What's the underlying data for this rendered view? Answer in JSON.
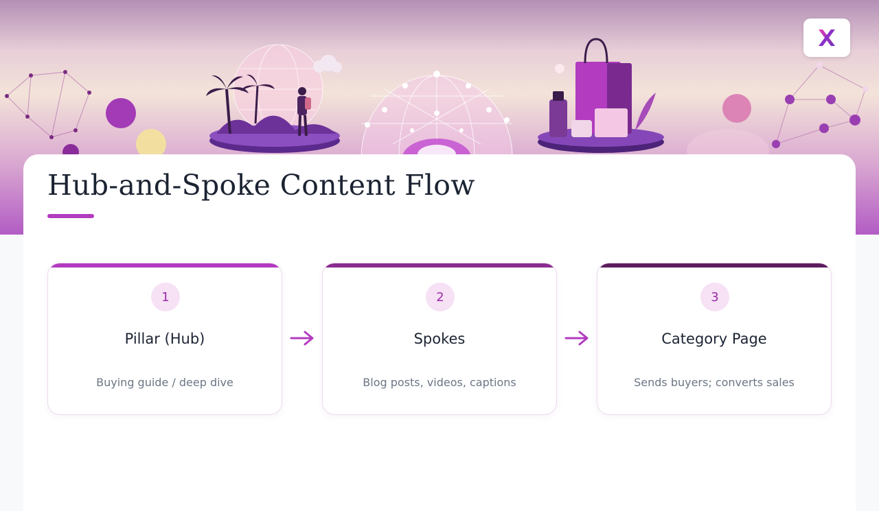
{
  "title": "Hub-and-Spoke Content Flow",
  "colors": {
    "accent": "#b23bbf",
    "bar_1": "#b23bbf",
    "bar_2": "#8a2c8f",
    "bar_3": "#5c1d5e",
    "text_dark": "#1c2433",
    "text_muted": "#6b7684",
    "badge_bg": "#f6e1f5",
    "badge_text": "#9a2aa6"
  },
  "logo": {
    "icon": "x-logo-icon"
  },
  "steps": [
    {
      "number": "1",
      "title": "Pillar (Hub)",
      "description": "Buying guide / deep dive"
    },
    {
      "number": "2",
      "title": "Spokes",
      "description": "Blog posts, videos, captions"
    },
    {
      "number": "3",
      "title": "Category Page",
      "description": "Sends buyers; converts sales"
    }
  ],
  "connector_icon": "arrow-right-icon"
}
